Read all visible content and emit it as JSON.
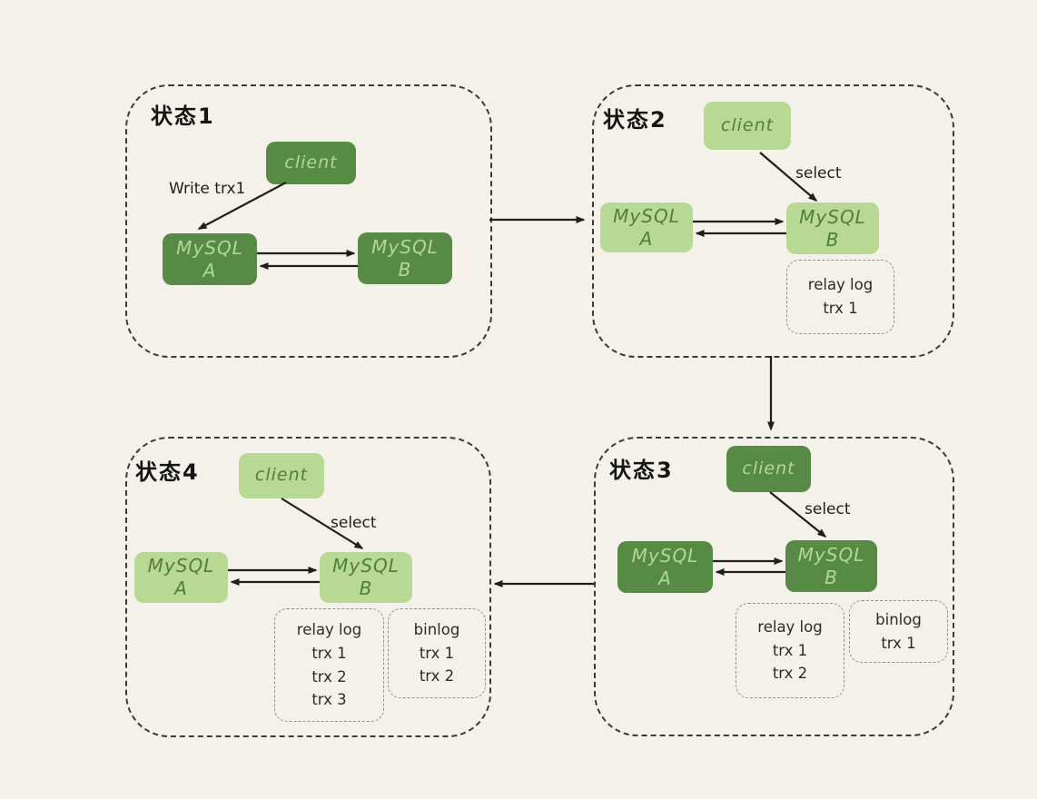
{
  "diagram": {
    "background": "#f3f1e9",
    "colors": {
      "node_dark_fill": "#578a45",
      "node_dark_text": "#b5d795",
      "node_light_fill": "#b8d993",
      "node_light_text": "#4f7f3b",
      "arrow": "#1e1e1e",
      "container_border": "#3a3a3a",
      "log_border": "#909090",
      "log_text": "#2b2b2b"
    }
  },
  "states": [
    {
      "label": "状态1",
      "variant": "dark",
      "client": "client",
      "action_label": "Write trx1",
      "node_a": {
        "line1": "MySQL",
        "line2": "A"
      },
      "node_b": {
        "line1": "MySQL",
        "line2": "B"
      }
    },
    {
      "label": "状态2",
      "variant": "light",
      "client": "client",
      "action_label": "select",
      "node_a": {
        "line1": "MySQL",
        "line2": "A"
      },
      "node_b": {
        "line1": "MySQL",
        "line2": "B"
      },
      "relay_log": {
        "title": "relay log",
        "entries": [
          "trx 1"
        ]
      }
    },
    {
      "label": "状态3",
      "variant": "dark",
      "client": "client",
      "action_label": "select",
      "node_a": {
        "line1": "MySQL",
        "line2": "A"
      },
      "node_b": {
        "line1": "MySQL",
        "line2": "B"
      },
      "relay_log": {
        "title": "relay log",
        "entries": [
          "trx 1",
          "trx 2"
        ]
      },
      "binlog": {
        "title": "binlog",
        "entries": [
          "trx 1"
        ]
      }
    },
    {
      "label": "状态4",
      "variant": "light",
      "client": "client",
      "action_label": "select",
      "node_a": {
        "line1": "MySQL",
        "line2": "A"
      },
      "node_b": {
        "line1": "MySQL",
        "line2": "B"
      },
      "relay_log": {
        "title": "relay log",
        "entries": [
          "trx 1",
          "trx 2",
          "trx 3"
        ]
      },
      "binlog": {
        "title": "binlog",
        "entries": [
          "trx 1",
          "trx 2"
        ]
      }
    }
  ],
  "connections": [
    {
      "from": "状态1",
      "to": "状态2",
      "direction": "right"
    },
    {
      "from": "状态2",
      "to": "状态3",
      "direction": "down"
    },
    {
      "from": "状态3",
      "to": "状态4",
      "direction": "left"
    }
  ]
}
